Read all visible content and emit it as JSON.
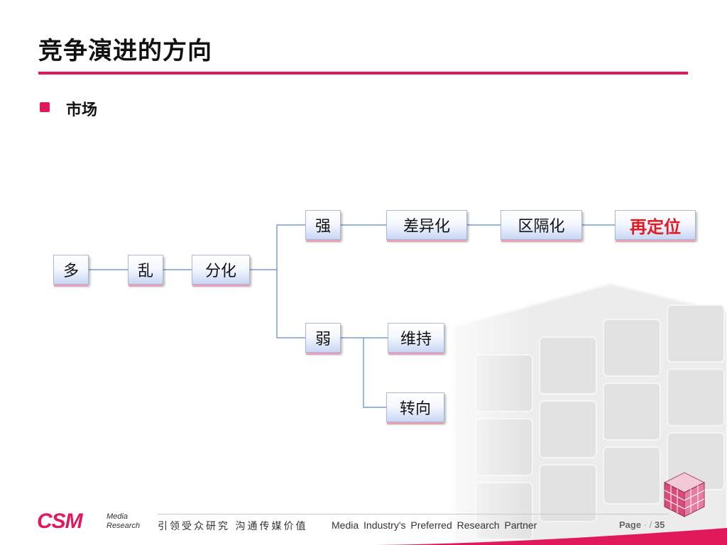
{
  "slide": {
    "title": "竞争演进的方向",
    "bullet": "市场"
  },
  "diagram": {
    "nodes": {
      "duo": "多",
      "luan": "乱",
      "fenhua": "分化",
      "qiang": "强",
      "ruo": "弱",
      "chayihua": "差异化",
      "quegehua": "区隔化",
      "zaidingwei": "再定位",
      "weichi": "维持",
      "zhuanxiang": "转向"
    }
  },
  "footer": {
    "logo_text": "CSM",
    "logo_sub1": "Media",
    "logo_sub2": "Research",
    "slogan_cn": "引领受众研究 沟通传媒价值",
    "slogan_en": "Media Industry's Preferred Research Partner",
    "page_label": "Page",
    "page_number": "35"
  },
  "colors": {
    "accent": "#e0195b",
    "highlight_text": "#e01b22",
    "connector": "#5b8ac4"
  }
}
